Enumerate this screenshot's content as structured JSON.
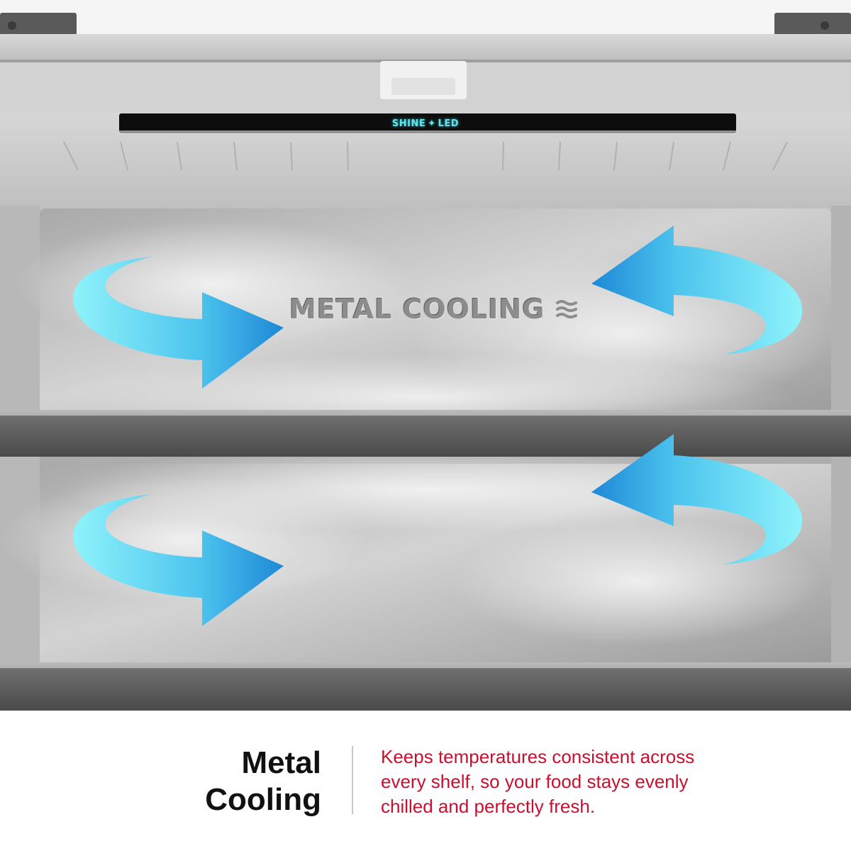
{
  "led_label": {
    "left": "SHINE",
    "sparkle_icon": "sparkle-icon",
    "right": "LED"
  },
  "panel": {
    "title": "METAL COOLING",
    "icon": "airflow-waves-icon"
  },
  "arrows": {
    "icon": "curved-arrow-icon",
    "count": 4,
    "color_light": "#8ff3fb",
    "color_dark": "#1e88d6"
  },
  "caption": {
    "title_lines": [
      "Metal",
      "Cooling"
    ],
    "description_lines": [
      "Keeps temperatures consistent across",
      "every shelf, so your food stays evenly",
      "chilled and perfectly fresh."
    ],
    "title_color": "#111111",
    "description_color": "#c8102e"
  }
}
